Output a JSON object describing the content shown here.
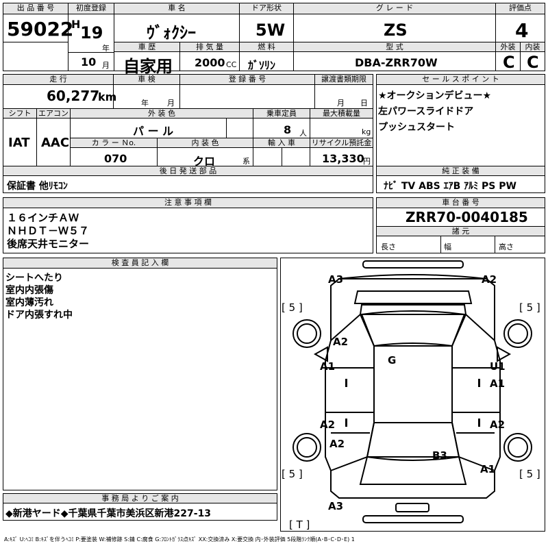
{
  "labels": {
    "lot_number": "出 品 番 号",
    "first_registration": "初度登録",
    "car_name": "車 名",
    "door_type": "ドア形状",
    "grade": "グ レ ー ド",
    "rating": "評価点",
    "history": "車 歴",
    "displacement": "排 気 量",
    "fuel": "燃 料",
    "model_code": "型 式",
    "exterior": "外装",
    "interior": "内装",
    "mileage": "走 行",
    "inspection": "車 検",
    "registration_number": "登 録 番 号",
    "transfer_deadline": "譲渡書類期限",
    "shift": "シフト",
    "aircon": "エアコン",
    "exterior_color": "外 装 色",
    "capacity": "乗車定員",
    "max_load": "最大積載量",
    "color_no": "カ ラ ー Ｎo.",
    "interior_color": "内 装 色",
    "import": "輸 入 車",
    "recycle_fee": "リサイクル預託金",
    "later_parts": "後 日 発 送 部 品",
    "sales_points": "セ ー ル ス ポ イ ン ト",
    "genuine_equipment": "純 正 装 備",
    "notes": "注 意 事 項 欄",
    "chassis_number": "車 台 番 号",
    "specs": "諸 元",
    "inspector_notes": "検 査 員 記 入 欄",
    "office_notice": "事 務 局 よ り ご 案 内",
    "legend": "A:ｷｽﾞ  U:ﾍｺﾐ B:ｷｽﾞを伴うﾍｺﾐ P:要塗装 W:補修跡 S:錆 C:腐食 G:ﾌﾛﾝﾄｶﾞﾗｽ点ｷｽﾞ XX:交換済み X:要交換  内･外装評価  5段階ﾗﾝｸ順(A･B･C･D･E) 1"
  },
  "units": {
    "year": "年",
    "month": "月",
    "cc": "CC",
    "km": "km",
    "persons": "人",
    "kg": "kg",
    "yen": "円",
    "series": "系",
    "length": "長さ",
    "width": "幅",
    "height": "高さ"
  },
  "values": {
    "lot_number": "59022",
    "era": "H",
    "reg_year": "19",
    "reg_month": "10",
    "car_name": "ｳﾞｫｸｼｰ",
    "door_type": "5W",
    "grade": "ZS",
    "rating": "4",
    "history": "自家用",
    "displacement": "2000",
    "fuel": "ｶﾞｿﾘﾝ",
    "model_code": "DBA-ZRR70W",
    "exterior_grade": "C",
    "interior_grade": "C",
    "mileage": "60,277",
    "shift": "IAT",
    "aircon": "AAC",
    "exterior_color": "パ ー ル",
    "capacity": "8",
    "color_no": "070",
    "interior_color": "クロ",
    "recycle_fee": "13,330",
    "later_parts": "保証書 他ﾘﾓｺﾝ",
    "genuine_equipment": "ﾅﾋﾞ  TV  ABS  ｴｱB  ｱﾙﾐ  PS  PW",
    "chassis_number": "ZRR70-0040185",
    "office_notice": "◆新港ヤード◆千葉県千葉市美浜区新港227-13"
  },
  "sales_points": [
    "★オークションデビュー★",
    "左パワースライドドア",
    "プッシュスタート"
  ],
  "notes": [
    "１６インチＡＷ",
    "ＮＨＤＴ－Ｗ５７",
    "後席天井モニター"
  ],
  "inspector_notes": [
    "シートへたり",
    "室内内張傷",
    "室内薄汚れ",
    "ドア内張すれ中"
  ],
  "diagram": {
    "marks": [
      "A3",
      "A2",
      "A2",
      "G",
      "A1",
      "U1",
      "A1",
      "A2",
      "A2",
      "A2",
      "B3",
      "A1",
      "A3"
    ],
    "tire_labels": [
      "[ 5 ]",
      "[ 5 ]",
      "[ 5 ]",
      "[ 5 ]"
    ],
    "spare_label": "[ T ]"
  }
}
